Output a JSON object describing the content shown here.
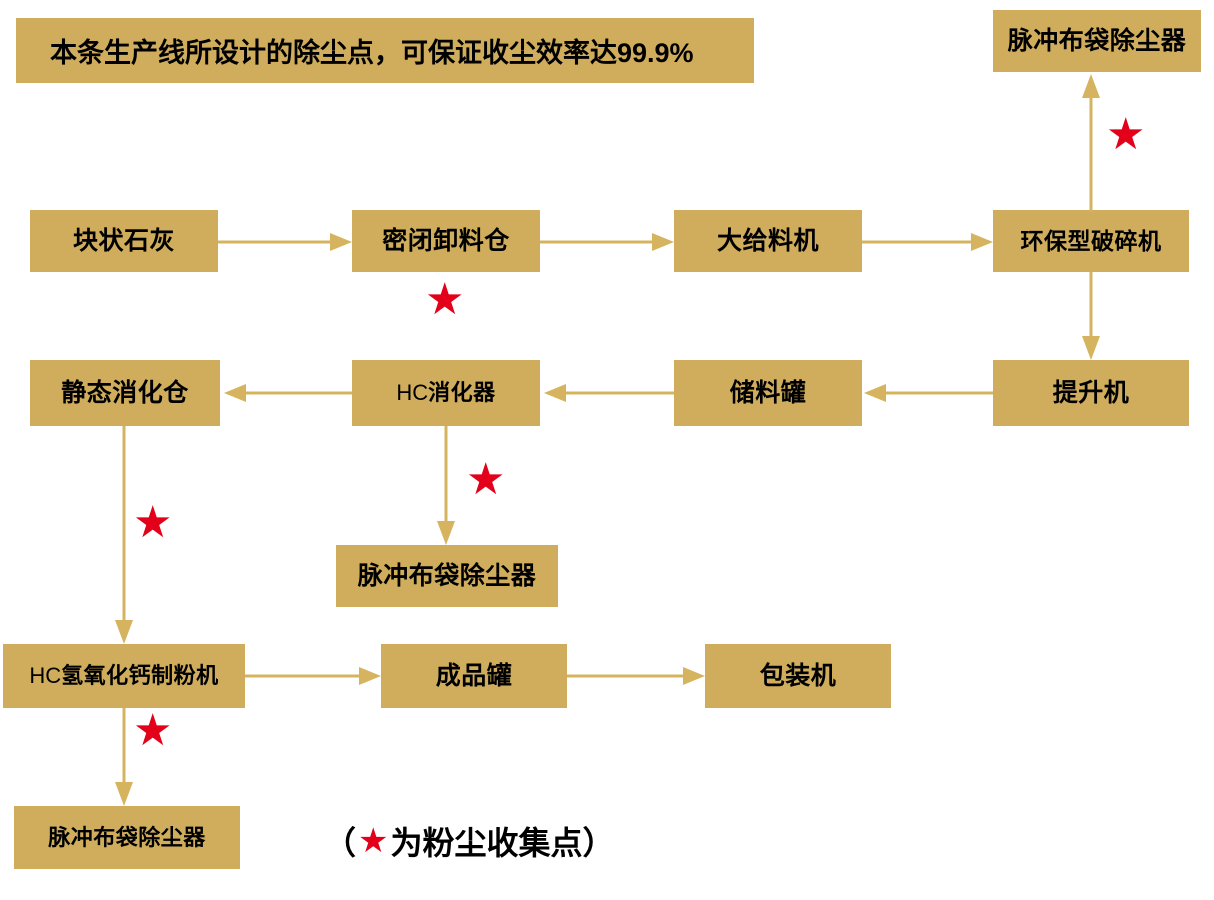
{
  "diagram": {
    "title_banner": "本条生产线所设计的除尘点，可保证收尘效率达99.9%",
    "legend": {
      "open_paren": "（",
      "star_glyph": "★",
      "text": "为粉尘收集点",
      "close_paren": "）"
    },
    "colors": {
      "box_fill": "#d0ad5c",
      "arrow": "#d6b45f",
      "star": "#e2001a",
      "text": "#000000",
      "background": "#ffffff"
    },
    "nodes": [
      {
        "id": "dust-collector-top-right",
        "label": "脉冲布袋除尘器"
      },
      {
        "id": "lump-lime",
        "label": "块状石灰"
      },
      {
        "id": "sealed-discharge-bin",
        "label": "密闭卸料仓"
      },
      {
        "id": "large-feeder",
        "label": "大给料机"
      },
      {
        "id": "eco-crusher",
        "label": "环保型破碎机"
      },
      {
        "id": "static-digestion-bin",
        "label": "静态消化仓"
      },
      {
        "id": "hc-digester",
        "label": "HC消化器",
        "prefix": "HC",
        "suffix": "消化器"
      },
      {
        "id": "storage-tank",
        "label": "储料罐"
      },
      {
        "id": "elevator",
        "label": "提升机"
      },
      {
        "id": "dust-collector-middle",
        "label": "脉冲布袋除尘器"
      },
      {
        "id": "hc-hydrated-lime-mill",
        "label": "HC氢氧化钙制粉机",
        "prefix": "HC",
        "suffix": "氢氧化钙制粉机"
      },
      {
        "id": "finished-product-tank",
        "label": "成品罐"
      },
      {
        "id": "packaging-machine",
        "label": "包装机"
      },
      {
        "id": "dust-collector-bottom",
        "label": "脉冲布袋除尘器"
      }
    ],
    "edges": [
      {
        "from": "lump-lime",
        "to": "sealed-discharge-bin",
        "direction": "right"
      },
      {
        "from": "sealed-discharge-bin",
        "to": "large-feeder",
        "direction": "right"
      },
      {
        "from": "large-feeder",
        "to": "eco-crusher",
        "direction": "right"
      },
      {
        "from": "eco-crusher",
        "to": "dust-collector-top-right",
        "direction": "up"
      },
      {
        "from": "eco-crusher",
        "to": "elevator",
        "direction": "down"
      },
      {
        "from": "elevator",
        "to": "storage-tank",
        "direction": "left"
      },
      {
        "from": "storage-tank",
        "to": "hc-digester",
        "direction": "left"
      },
      {
        "from": "hc-digester",
        "to": "static-digestion-bin",
        "direction": "left"
      },
      {
        "from": "hc-digester",
        "to": "dust-collector-middle",
        "direction": "down"
      },
      {
        "from": "static-digestion-bin",
        "to": "hc-hydrated-lime-mill",
        "direction": "down"
      },
      {
        "from": "hc-hydrated-lime-mill",
        "to": "finished-product-tank",
        "direction": "right"
      },
      {
        "from": "finished-product-tank",
        "to": "packaging-machine",
        "direction": "right"
      },
      {
        "from": "hc-hydrated-lime-mill",
        "to": "dust-collector-bottom",
        "direction": "down"
      }
    ],
    "dust_points": [
      {
        "near": "eco-crusher-up-arrow"
      },
      {
        "near": "sealed-discharge-bin"
      },
      {
        "near": "hc-digester-down-arrow"
      },
      {
        "near": "static-digestion-bin-down-arrow"
      },
      {
        "near": "hc-hydrated-lime-mill-down-arrow"
      }
    ]
  }
}
